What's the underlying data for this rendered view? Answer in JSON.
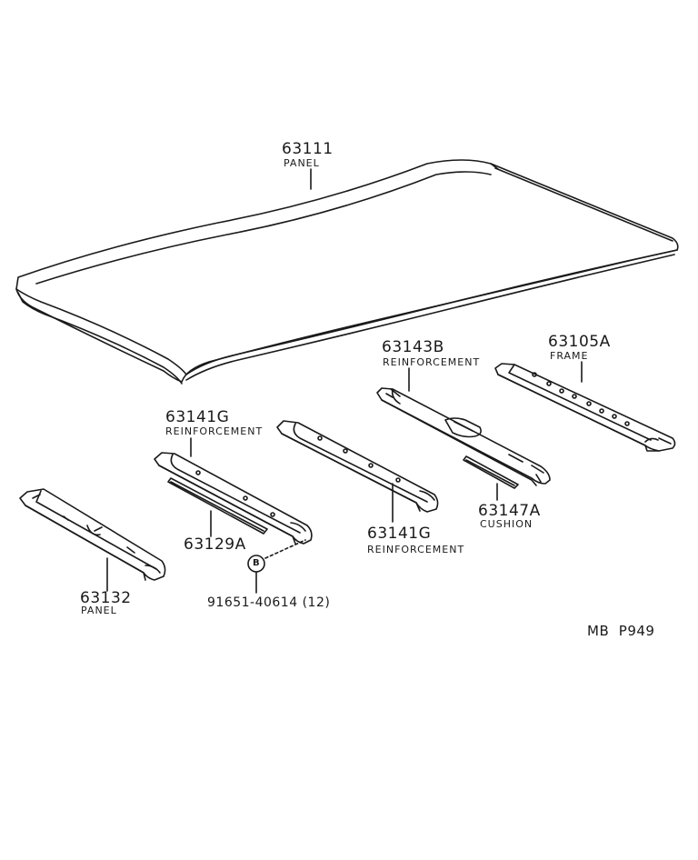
{
  "parts": [
    {
      "id": "roof-panel",
      "number": "63111",
      "name": "PANEL"
    },
    {
      "id": "reinforcement-rear",
      "number": "63143B",
      "name": "REINFORCEMENT"
    },
    {
      "id": "frame",
      "number": "63105A",
      "name": "FRAME"
    },
    {
      "id": "reinforcement-front",
      "number": "63141G",
      "name": "REINFORCEMENT"
    },
    {
      "id": "reinforcement-middle",
      "number": "63141G",
      "name": "REINFORCEMENT"
    },
    {
      "id": "cushion",
      "number": "63147A",
      "name": "CUSHION"
    },
    {
      "id": "strip",
      "number": "63129A",
      "name": ""
    },
    {
      "id": "front-panel",
      "number": "63132",
      "name": "PANEL"
    }
  ],
  "bolt": {
    "letter": "B",
    "part_number": "91651-40614 (12)"
  },
  "reference": "MB  P949",
  "colors": {
    "line": "#1a1a1a",
    "background": "#ffffff"
  }
}
